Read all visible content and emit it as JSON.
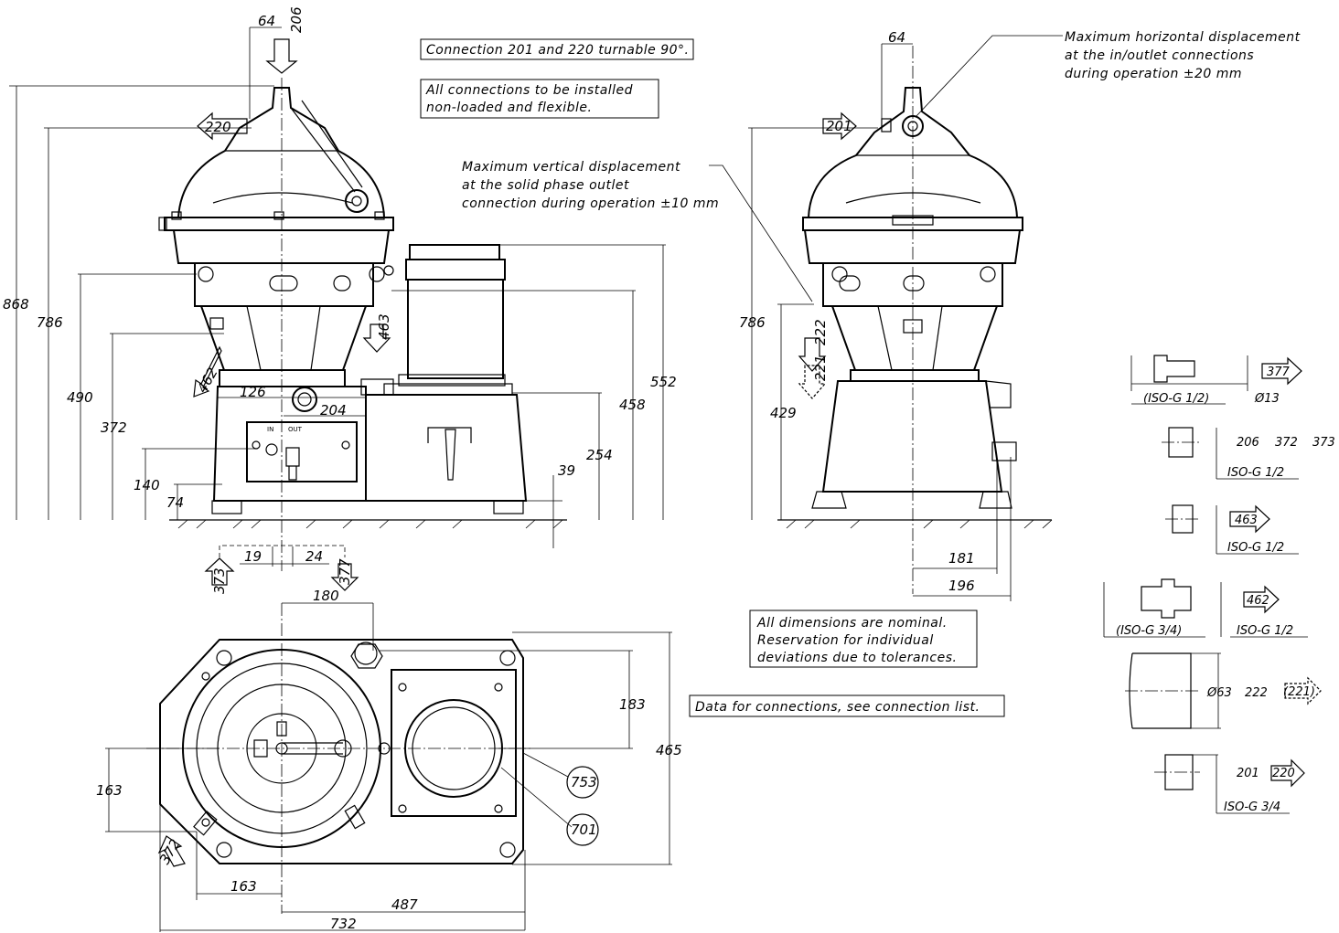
{
  "notes": {
    "connection_turnable": "Connection 201 and 220 turnable 90°.",
    "connections_installed_1": "All connections to be installed",
    "connections_installed_2": "non-loaded and flexible.",
    "vertical_disp_1": "Maximum vertical displacement",
    "vertical_disp_2": "at the solid phase outlet",
    "vertical_disp_3": "connection during operation ±10 mm",
    "horizontal_disp_1": "Maximum horizontal displacement",
    "horizontal_disp_2": "at the in/outlet connections",
    "horizontal_disp_3": "during operation ±20 mm",
    "nominal_1": "All dimensions are nominal.",
    "nominal_2": "Reservation for individual",
    "nominal_3": "deviations due to tolerances.",
    "data_connections": "Data for connections, see connection list."
  },
  "front_view": {
    "d64": "64",
    "d206": "206",
    "d220": "220",
    "d868": "868",
    "d786": "786",
    "d490": "490",
    "d372": "372",
    "d140": "140",
    "d74": "74",
    "d462": "462",
    "d126": "126",
    "d204": "204",
    "d463": "463",
    "d552": "552",
    "d458": "458",
    "d254": "254",
    "d39": "39",
    "d19": "19",
    "d24": "24",
    "d373": "373",
    "d377": "377",
    "in_label": "IN",
    "out_label": "OUT"
  },
  "side_view": {
    "d64": "64",
    "d201": "201",
    "d786": "786",
    "d222": "222",
    "d221": "221",
    "d429": "429",
    "d181": "181",
    "d196": "196"
  },
  "top_view": {
    "d180": "180",
    "d183": "183",
    "d465": "465",
    "d163a": "163",
    "d372": "372",
    "d163b": "163",
    "d487": "487",
    "d732": "732",
    "b753": "753",
    "b701": "701"
  },
  "connection_list": {
    "c1_arrow": "377",
    "c1_size": "(ISO-G 1/2)",
    "c1_dia": "Ø13",
    "c2_nums_a": "206",
    "c2_nums_b": "372",
    "c2_nums_c": "373",
    "c2_size": "ISO-G 1/2",
    "c3_arrow": "463",
    "c3_size": "ISO-G 1/2",
    "c4_arrow": "462",
    "c4_size_a": "(ISO-G 3/4)",
    "c4_size_b": "ISO-G 1/2",
    "c5_dia": "Ø63",
    "c5_num": "222",
    "c5_arrow": "(221)",
    "c6_num": "201",
    "c6_arrow": "220",
    "c6_size": "ISO-G 3/4"
  }
}
